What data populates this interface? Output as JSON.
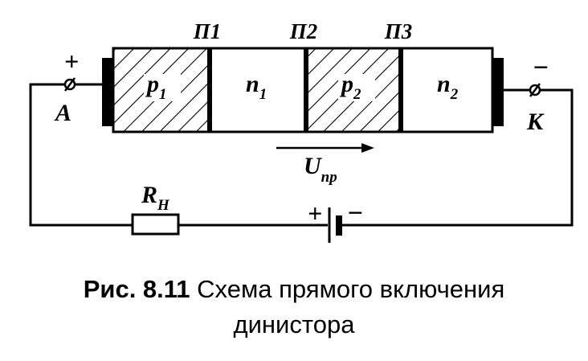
{
  "junctions": [
    "П1",
    "П2",
    "П3"
  ],
  "regions": [
    {
      "letter": "p",
      "sub": "1"
    },
    {
      "letter": "n",
      "sub": "1"
    },
    {
      "letter": "p",
      "sub": "2"
    },
    {
      "letter": "n",
      "sub": "2"
    }
  ],
  "anode": {
    "label": "А",
    "sign": "+"
  },
  "cathode": {
    "label": "К",
    "sign": "−"
  },
  "voltage": {
    "letter": "U",
    "sub": "пр"
  },
  "resistor": {
    "letter": "R",
    "sub": "Н"
  },
  "battery": {
    "plus": "+",
    "minus": "−"
  },
  "caption": {
    "number": "Рис. 8.11",
    "line1": "Схема прямого включения",
    "line2": "динистора"
  },
  "colors": {
    "ink": "#000000",
    "background": "#ffffff"
  }
}
